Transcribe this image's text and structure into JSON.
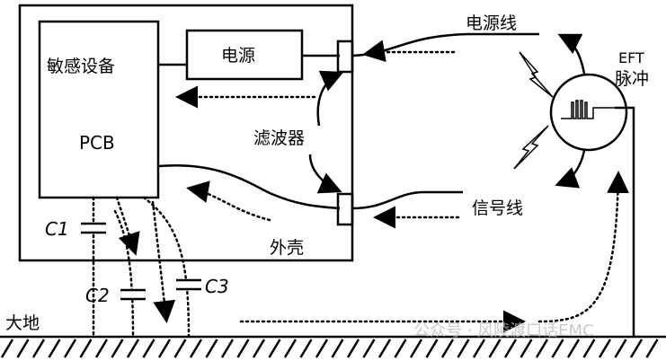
{
  "labels": {
    "device": "敏感设备",
    "power_supply": "电源",
    "pcb": "PCB",
    "filter": "滤波器",
    "enclosure": "外壳",
    "power_line": "电源线",
    "signal_line": "信号线",
    "eft_line1": "EFT",
    "eft_line2": "脉冲",
    "c1": "C1",
    "c2": "C2",
    "c3": "C3",
    "ground": "大地"
  },
  "watermark": "公众号 · 风陵渡口话EMC"
}
